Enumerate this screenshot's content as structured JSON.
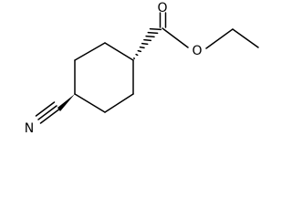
{
  "molecule": {
    "atoms": {
      "o_carbonyl": "O",
      "o_ester": "O",
      "n_nitrile": "N"
    }
  }
}
